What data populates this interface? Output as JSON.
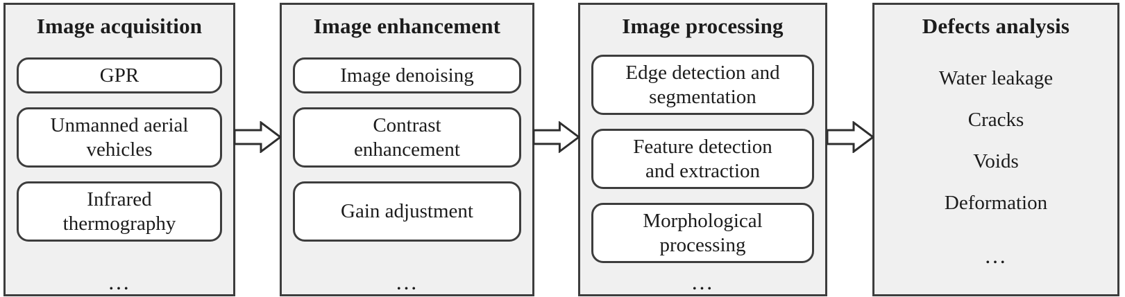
{
  "figure": {
    "type": "flowchart",
    "description_note": "four-stage tunnel defect image analysis pipeline",
    "more_symbol": "…"
  },
  "colors": {
    "panel_background": "#f0f0f0",
    "panel_border": "#3d3d3d",
    "box_background": "#ffffff",
    "box_border": "#3d3d3d",
    "text": "#1c1c1c",
    "arrow_stroke": "#2e2e2e",
    "arrow_fill": "#ffffff"
  },
  "icons": {
    "flow_arrow": "hollow-right-block-arrow (⇨)"
  },
  "panels": [
    {
      "title": "Image acquisition",
      "items": [
        "GPR",
        "Unmanned aerial\nvehicles",
        "Infrared\nthermography"
      ],
      "more": "…"
    },
    {
      "title": "Image enhancement",
      "items": [
        "Image denoising",
        "Contrast\nenhancement",
        "Gain adjustment"
      ],
      "more": "…"
    },
    {
      "title": "Image processing",
      "items": [
        "Edge detection and\nsegmentation",
        "Feature detection\nand extraction",
        "Morphological\nprocessing"
      ],
      "more": "…"
    },
    {
      "title": "Defects analysis",
      "items": [
        "Water leakage",
        "Cracks",
        "Voids",
        "Deformation"
      ],
      "more": "…"
    }
  ]
}
